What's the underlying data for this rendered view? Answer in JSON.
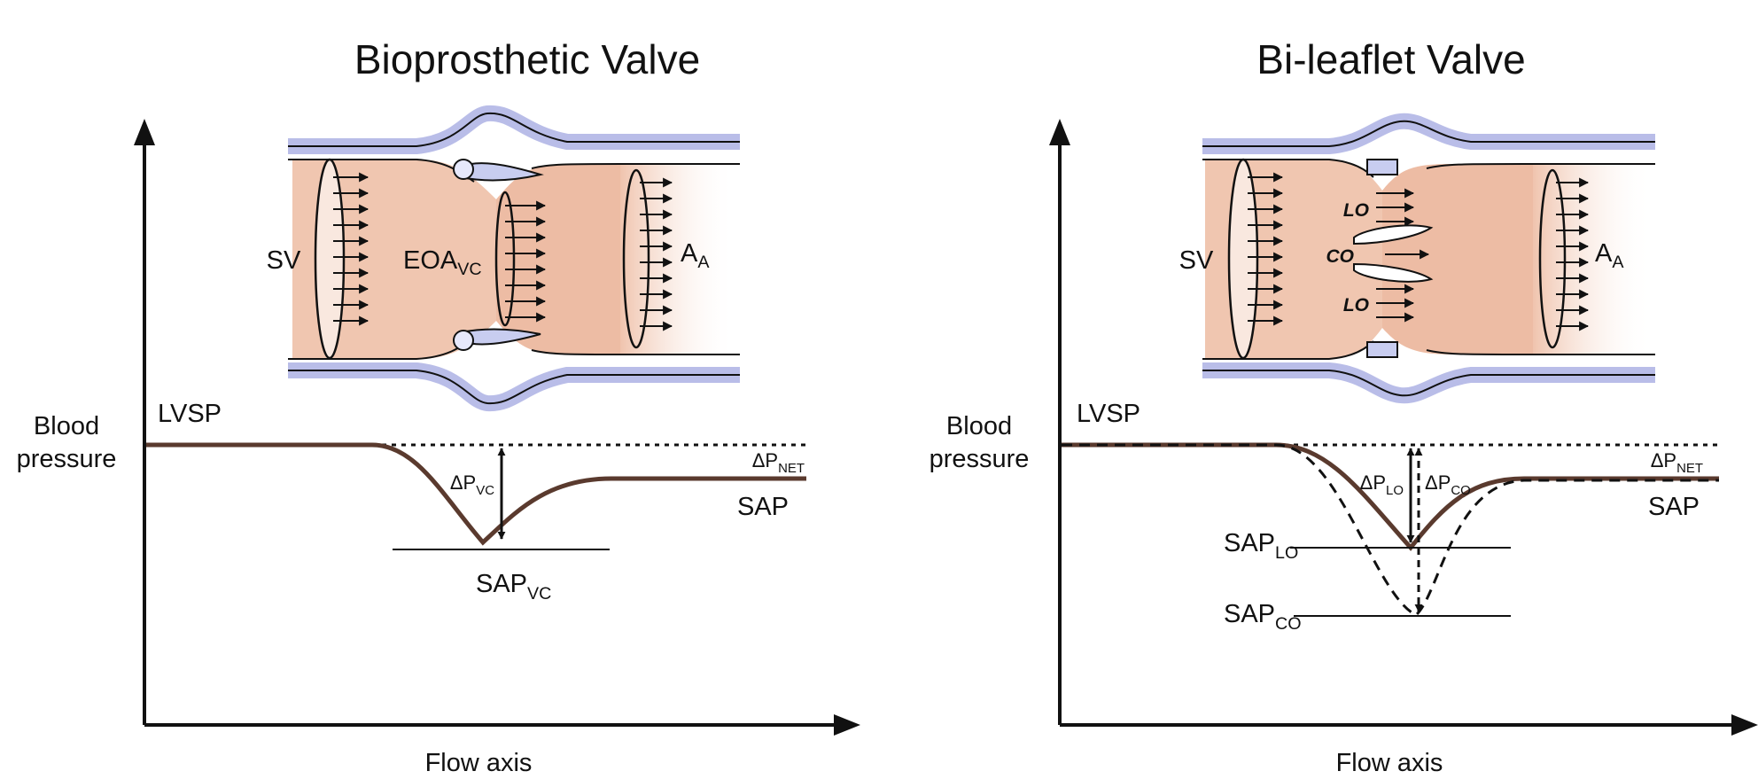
{
  "left": {
    "title": "Bioprosthetic Valve",
    "y_label_line1": "Blood",
    "y_label_line2": "pressure",
    "x_label": "Flow axis",
    "lvsp": "LVSP",
    "sap": "SAP",
    "sv": "SV",
    "eoa": {
      "main": "EOA",
      "sub": "VC"
    },
    "aa": {
      "main": "A",
      "sub": "A"
    },
    "dp_vc": {
      "main": "ΔP",
      "sub": "VC"
    },
    "dp_net": {
      "main": "ΔP",
      "sub": "NET"
    },
    "sap_vc": {
      "main": "SAP",
      "sub": "VC"
    }
  },
  "right": {
    "title": "Bi-leaflet Valve",
    "y_label_line1": "Blood",
    "y_label_line2": "pressure",
    "x_label": "Flow axis",
    "lvsp": "LVSP",
    "sap": "SAP",
    "sv": "SV",
    "aa": {
      "main": "A",
      "sub": "A"
    },
    "lo_top": "LO",
    "co": "CO",
    "lo_bottom": "LO",
    "dp_lo": {
      "main": "ΔP",
      "sub": "LO"
    },
    "dp_co": {
      "main": "ΔP",
      "sub": "CO"
    },
    "dp_net": {
      "main": "ΔP",
      "sub": "NET"
    },
    "sap_lo": {
      "main": "SAP",
      "sub": "LO"
    },
    "sap_co": {
      "main": "SAP",
      "sub": "CO"
    }
  },
  "colors": {
    "pressure_curve": "#5a3a2e",
    "vessel_fill": "#f0c6b0",
    "vessel_wall": "#b9bde8",
    "outline": "#111111"
  }
}
